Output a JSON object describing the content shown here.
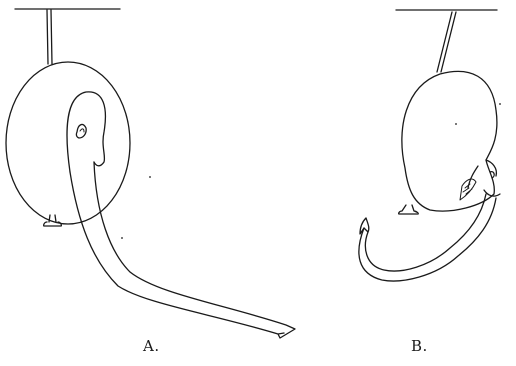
{
  "figure": {
    "panels": [
      {
        "id": "A",
        "label": "A."
      },
      {
        "id": "B",
        "label": "B."
      }
    ],
    "ink_color": "#1a1a1a",
    "paper_color": "#ffffff"
  }
}
